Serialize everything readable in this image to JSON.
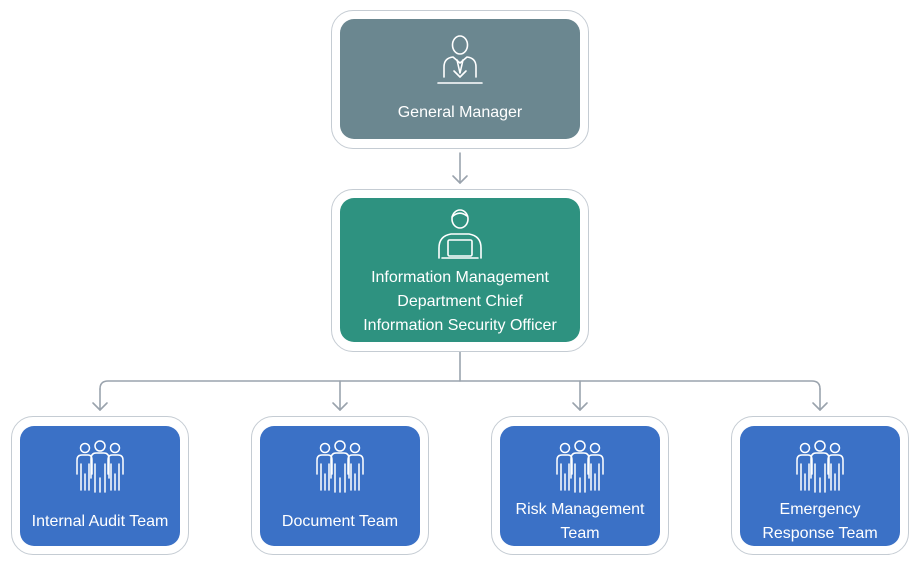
{
  "general_manager": {
    "label": "General Manager",
    "icon": "manager-at-desk-icon",
    "color": "#6b8790"
  },
  "chief": {
    "lines": [
      "Information Management",
      "Department Chief",
      "Information Security Officer"
    ],
    "icon": "person-with-laptop-icon",
    "color": "#2e9280"
  },
  "teams": [
    {
      "lines": [
        "Internal Audit Team"
      ],
      "icon": "group-icon"
    },
    {
      "lines": [
        "Document Team"
      ],
      "icon": "group-icon"
    },
    {
      "lines": [
        "Risk Management",
        "Team"
      ],
      "icon": "group-icon"
    },
    {
      "lines": [
        "Emergency",
        "Response Team"
      ],
      "icon": "group-icon"
    }
  ],
  "team_color": "#3b71c6",
  "connector_color": "#9aa3ad"
}
